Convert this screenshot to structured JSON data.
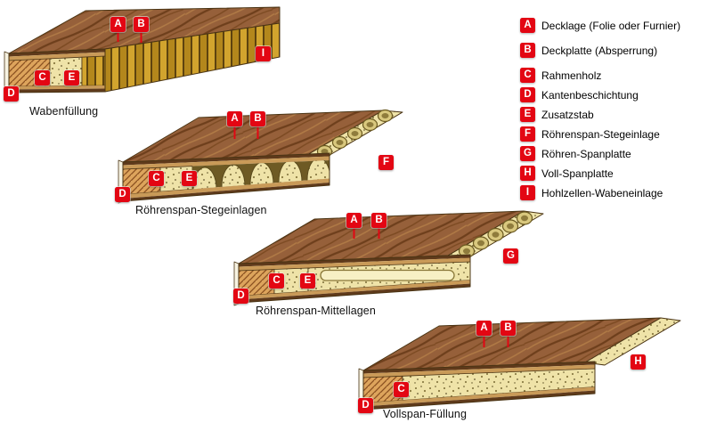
{
  "colors": {
    "accent_red": "#e30613",
    "wood_brown": "#96603a",
    "chipboard": "#efe3a8",
    "frame_wood": "#dda45c",
    "edge_coating": "#f7f3e2",
    "honeycomb_gold": "#d2a42e"
  },
  "legend": {
    "items": [
      {
        "letter": "A",
        "label": "Decklage (Folie oder Furnier)"
      },
      {
        "letter": "B",
        "label": "Deckplatte (Absperrung)"
      },
      {
        "letter": "C",
        "label": "Rahmenholz"
      },
      {
        "letter": "D",
        "label": "Kantenbeschichtung"
      },
      {
        "letter": "E",
        "label": "Zusatzstab"
      },
      {
        "letter": "F",
        "label": "Röhrenspan-Stegeinlage"
      },
      {
        "letter": "G",
        "label": "Röhren-Spanplatte"
      },
      {
        "letter": "H",
        "label": "Voll-Spanplatte"
      },
      {
        "letter": "I",
        "label": "Hohlzellen-Wabeneinlage"
      }
    ]
  },
  "diagrams": [
    {
      "caption": "Wabenfüllung",
      "markers": [
        "A",
        "B",
        "I",
        "C",
        "E",
        "D"
      ]
    },
    {
      "caption": "Röhrenspan-Stegeinlagen",
      "markers": [
        "A",
        "B",
        "F",
        "C",
        "E",
        "D"
      ]
    },
    {
      "caption": "Röhrenspan-Mittellagen",
      "markers": [
        "A",
        "B",
        "G",
        "C",
        "E",
        "D"
      ]
    },
    {
      "caption": "Vollspan-Füllung",
      "markers": [
        "A",
        "B",
        "H",
        "C",
        "D"
      ]
    }
  ]
}
